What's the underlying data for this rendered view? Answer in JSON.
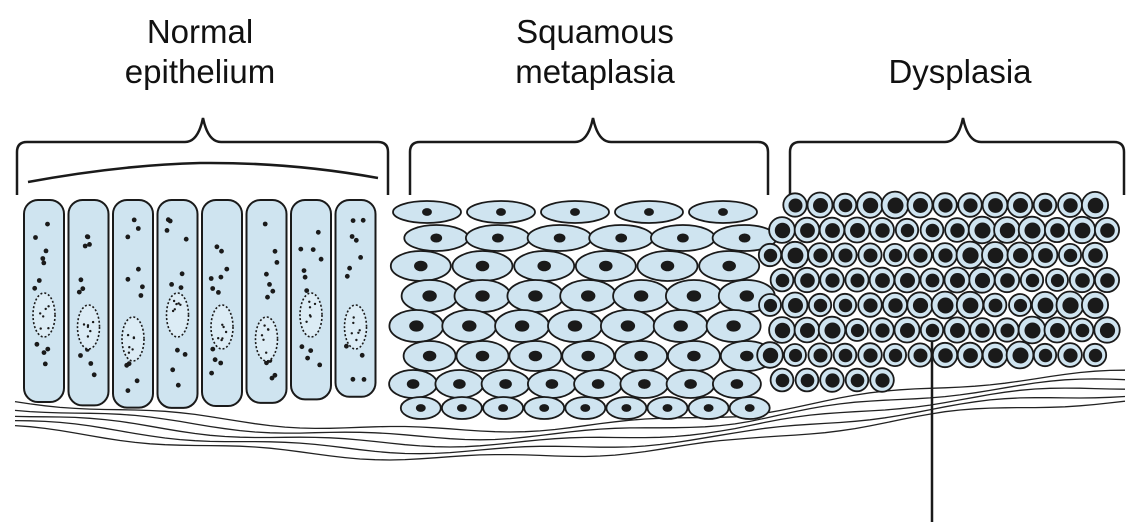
{
  "colors": {
    "cell_fill": "#cfe4f0",
    "outline": "#1a1a1a",
    "background": "#ffffff"
  },
  "labels": {
    "normal_epithelium": [
      "Normal",
      "epithelium"
    ],
    "squamous_metaplasia": [
      "Squamous",
      "metaplasia"
    ],
    "dysplasia": "Dysplasia"
  }
}
